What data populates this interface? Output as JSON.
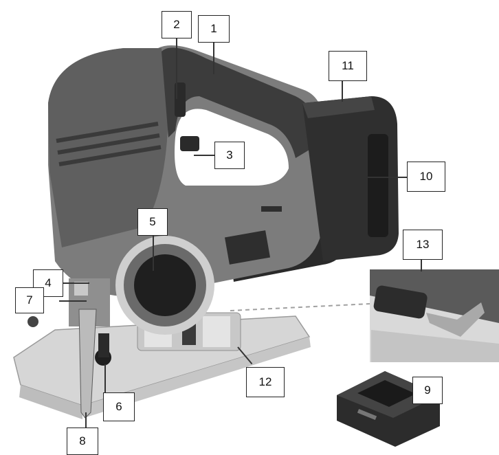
{
  "diagram": {
    "subject": "cordless jigsaw parts diagram",
    "callouts": [
      {
        "id": 1,
        "label": "1"
      },
      {
        "id": 2,
        "label": "2"
      },
      {
        "id": 3,
        "label": "3"
      },
      {
        "id": 4,
        "label": "4"
      },
      {
        "id": 5,
        "label": "5"
      },
      {
        "id": 6,
        "label": "6"
      },
      {
        "id": 7,
        "label": "7"
      },
      {
        "id": 8,
        "label": "8"
      },
      {
        "id": 9,
        "label": "9"
      },
      {
        "id": 10,
        "label": "10"
      },
      {
        "id": 11,
        "label": "11"
      },
      {
        "id": 12,
        "label": "12"
      },
      {
        "id": 13,
        "label": "13"
      }
    ],
    "colors": {
      "body": "#7a7a7a",
      "grip": "#3a3a3a",
      "battery": "#2e2e2e",
      "base_plate": "#d8d8d8",
      "dial": "#1e1e1e"
    }
  }
}
